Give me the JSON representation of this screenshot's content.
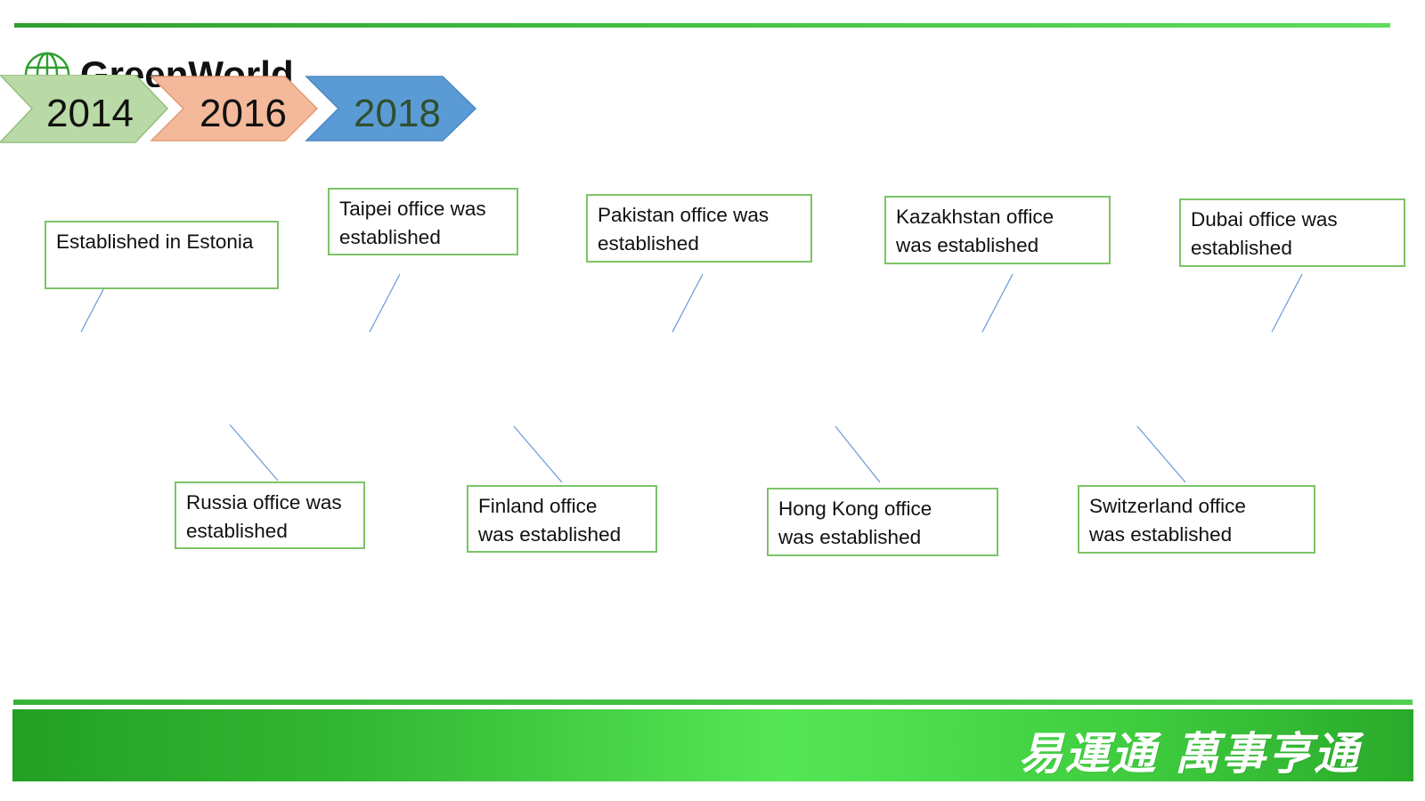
{
  "slide": {
    "logo_text": "GreenWorld",
    "years": [
      "2014",
      "2016",
      "2018"
    ],
    "top_events": [
      "Established in Estonia",
      "  Taipei office was\nestablished",
      " Pakistan office was\nestablished",
      "   Kazakhstan office\nwas established",
      "    Dubai office was\nestablished"
    ],
    "bottom_events": [
      "Russia office was\nestablished",
      "   Finland office\nwas established",
      "   Hong Kong office\nwas established",
      "   Switzerland office\nwas established"
    ],
    "slogan": "易運通  萬事亨通"
  },
  "colors": {
    "green_rule": "#3fbf3f",
    "box_border": "#7cc467",
    "connector_line": "#6f9fd8",
    "chevron_2014": "#b9d9a6",
    "chevron_2016": "#f4b99a",
    "chevron_2018": "#5b9bd5"
  }
}
